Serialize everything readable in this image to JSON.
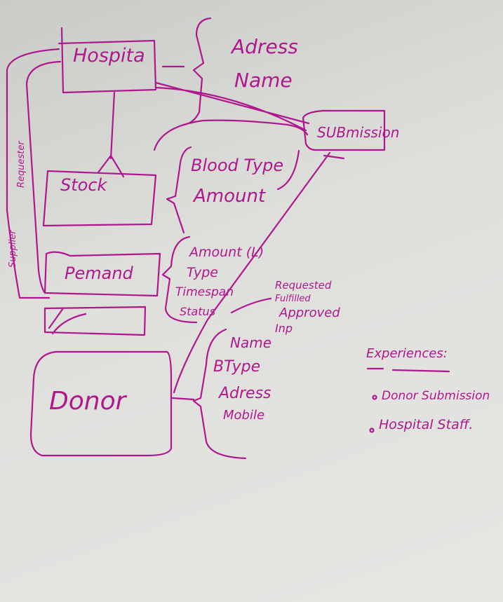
{
  "entities": {
    "hospital": "Hospita",
    "stock": "Stock",
    "demand": "Pemand",
    "donor": "Donor",
    "submission": "SUBmission"
  },
  "hospital_attributes": [
    "Adress",
    "Name"
  ],
  "stock_attributes": [
    "Blood Type",
    "Amount"
  ],
  "demand_attributes": [
    "Amount (L)",
    "Type",
    "Timespan",
    "Status"
  ],
  "status_values": [
    "Requested",
    "Fulfilled",
    "Approved",
    "Inp"
  ],
  "donor_attributes": [
    "Name",
    "BType",
    "Adress",
    "Mobile"
  ],
  "relationship_labels": {
    "requester": "Requester",
    "supplier": "Supplier"
  },
  "experiences": {
    "title": "Experiences:",
    "items": [
      "Donor Submission",
      "Hospital Staff."
    ]
  },
  "colors": {
    "ink": "#b0178f",
    "paper": "#e2e3df"
  }
}
